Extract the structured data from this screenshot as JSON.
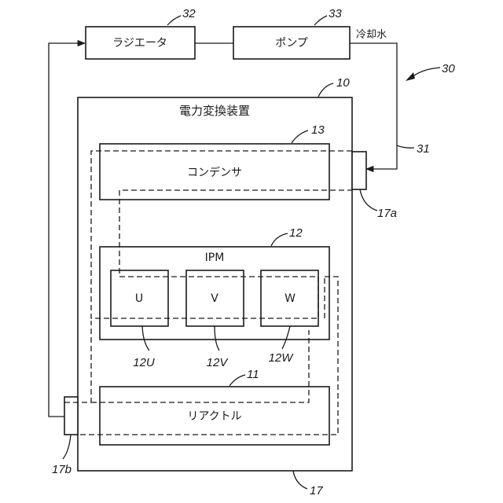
{
  "radiator": {
    "label": "ラジエータ",
    "ref": "32"
  },
  "pump": {
    "label": "ポンプ",
    "ref": "33"
  },
  "coolant": {
    "label": "冷却水"
  },
  "system_ref": "30",
  "pipe_ref": "31",
  "device": {
    "title": "電力変換装置",
    "ref": "10"
  },
  "condenser": {
    "label": "コンデンサ",
    "ref": "13"
  },
  "ipm": {
    "label": "IPM",
    "ref": "12",
    "phases": [
      {
        "label": "U",
        "ref": "12U"
      },
      {
        "label": "V",
        "ref": "12V"
      },
      {
        "label": "W",
        "ref": "12W"
      }
    ]
  },
  "reactor": {
    "label": "リアクトル",
    "ref": "11"
  },
  "flow_path": {
    "ref": "17",
    "inlet_ref": "17a",
    "outlet_ref": "17b"
  }
}
